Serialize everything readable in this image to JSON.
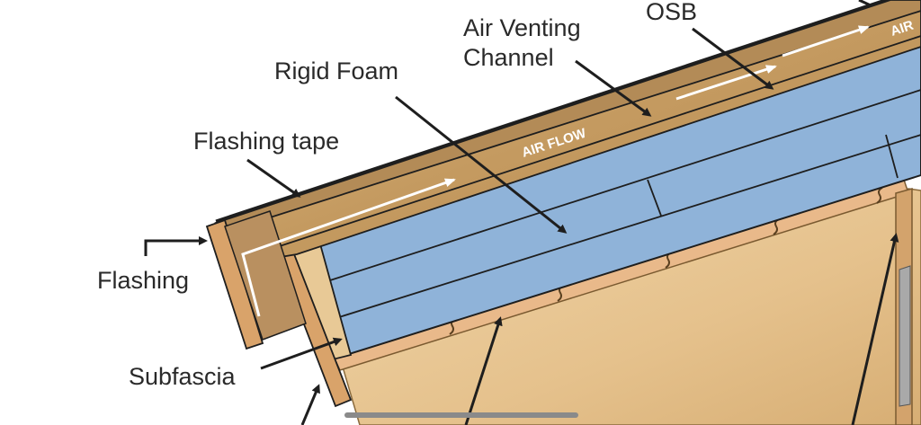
{
  "labels": {
    "osb": "OSB",
    "air_venting_line1": "Air Venting",
    "air_venting_line2": "Channel",
    "rigid_foam": "Rigid Foam",
    "flashing_tape": "Flashing tape",
    "flashing": "Flashing",
    "subfascia": "Subfascia"
  },
  "diagram_text": {
    "air_flow_mid": "AIR FLOW",
    "air_flow_top": "AIR"
  },
  "colors": {
    "foam_blue": "#8fb3d9",
    "wood_tan": "#c9a46d",
    "wood_dark": "#a87f47",
    "osb_brown": "#b38b57",
    "plywood_light": "#e8c99a",
    "line": "#1e1e1e"
  },
  "ui": {
    "home_indicator": "home-indicator-bar"
  }
}
